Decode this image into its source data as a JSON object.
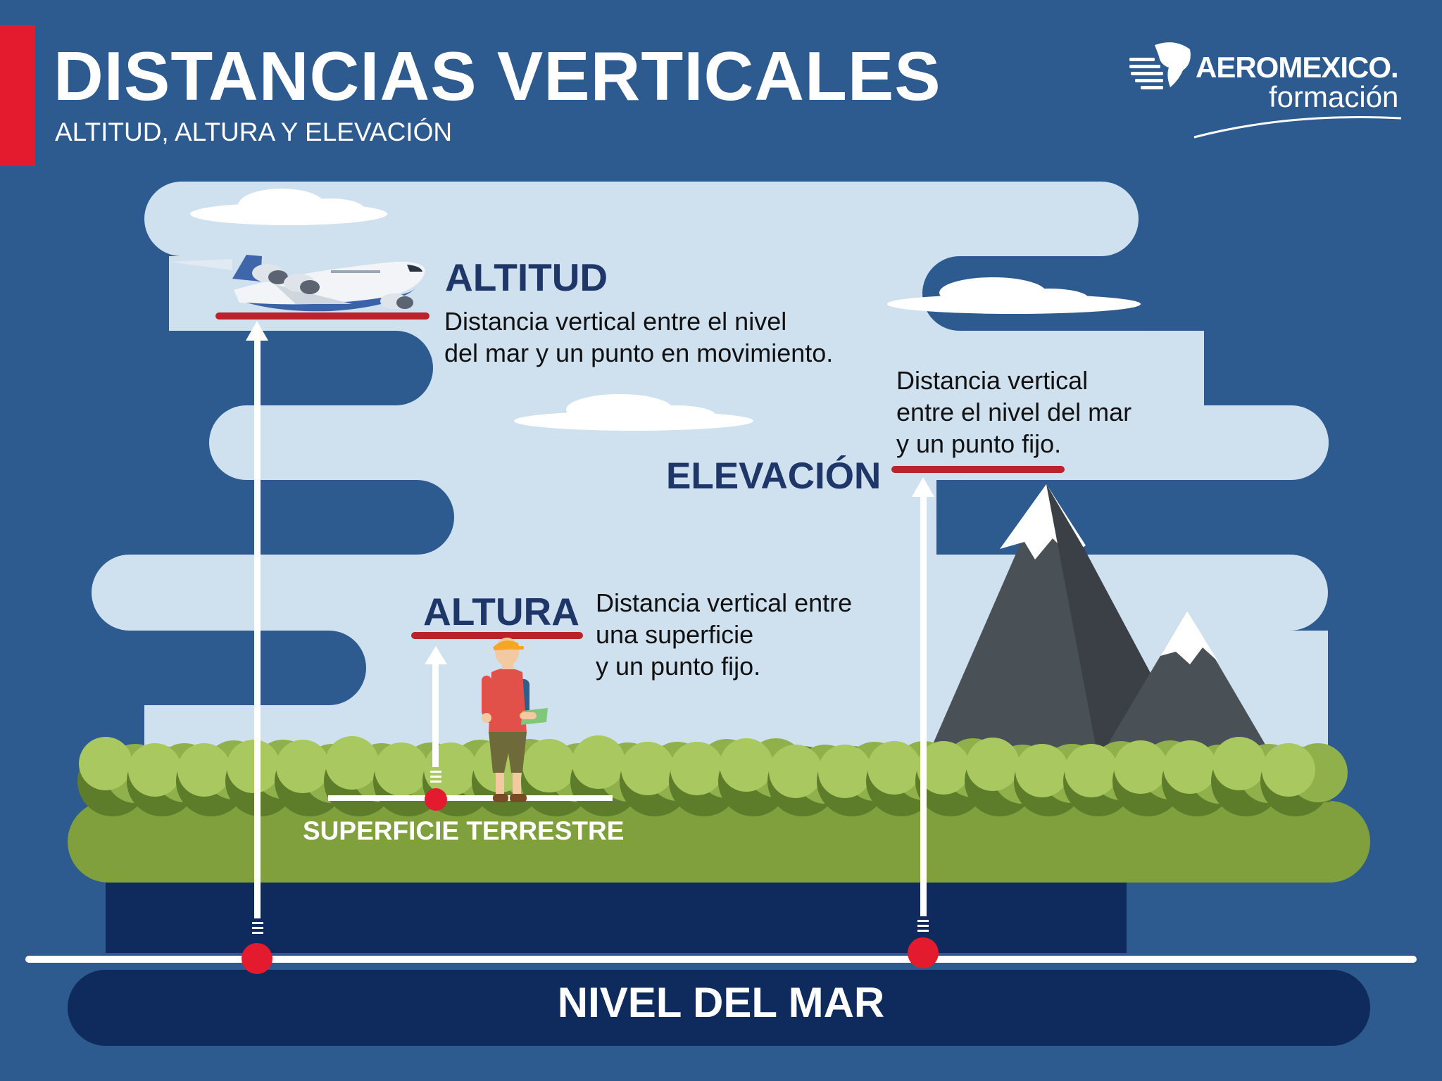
{
  "header": {
    "title": "DISTANCIAS VERTICALES",
    "subtitle": "ALTITUD, ALTURA Y ELEVACIÓN"
  },
  "brand": {
    "name": "AEROMEXICO.",
    "sub": "formación"
  },
  "terms": {
    "altitud": {
      "heading": "ALTITUD",
      "lines": [
        "Distancia vertical entre el nivel",
        "del mar y un punto en movimiento."
      ]
    },
    "elevacion": {
      "heading": "ELEVACIÓN",
      "lines": [
        "Distancia vertical",
        "entre el nivel del mar",
        "y un punto fijo."
      ]
    },
    "altura": {
      "heading": "ALTURA",
      "lines": [
        "Distancia vertical entre",
        "una superficie",
        "y un punto fijo."
      ]
    }
  },
  "ground_label": "SUPERFICIE TERRESTRE",
  "sea_label": "NIVEL DEL MAR",
  "colors": {
    "background": "#2d5a8f",
    "sky": "#cfe0ef",
    "heading": "#1f3669",
    "accent_red": "#e41b2e",
    "marker_red": "#b8232e",
    "ground_green": "#7fa03c",
    "bush_light": "#a9c860",
    "bush_dark": "#5e7d2b",
    "sea_navy": "#0f2a5c",
    "mountain": "#4a5156"
  },
  "icons": [
    "airplane-icon",
    "hiker-icon",
    "mountain-icon",
    "cloud-icon",
    "eagle-logo-icon"
  ]
}
